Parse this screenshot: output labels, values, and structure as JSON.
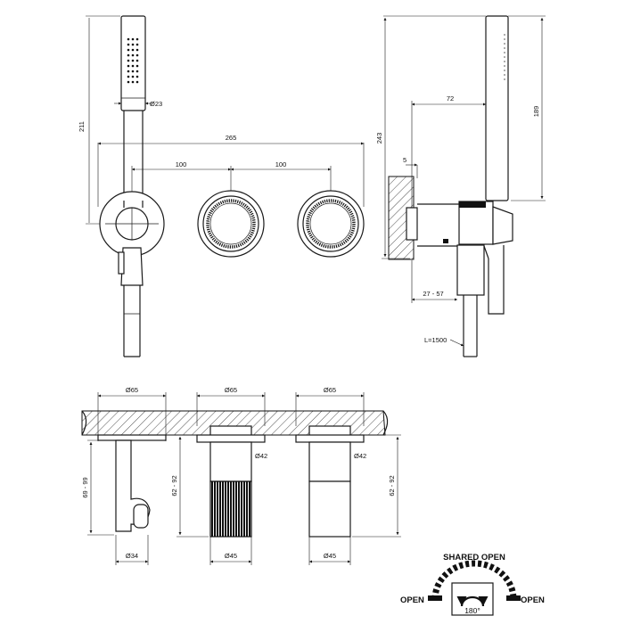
{
  "drawing": {
    "front_view": {
      "dim_211": "211",
      "dim_d23": "Ø23",
      "dim_265": "265",
      "dim_100_left": "100",
      "dim_100_right": "100"
    },
    "side_view": {
      "dim_72": "72",
      "dim_243": "243",
      "dim_189": "189",
      "dim_5": "5",
      "dim_27_57": "27 - 57",
      "hose_label": "L=1500"
    },
    "sections": {
      "holder": {
        "dim_top": "Ø65",
        "dim_height": "69 - 99",
        "dim_bottom": "Ø34"
      },
      "mixer": {
        "dim_top": "Ø65",
        "dim_inner": "Ø42",
        "dim_height": "62 - 92",
        "dim_bottom": "Ø45"
      },
      "diverter": {
        "dim_top": "Ø65",
        "dim_inner": "Ø42",
        "dim_height": "62 - 92",
        "dim_bottom": "Ø45"
      }
    },
    "legend": {
      "title": "SHARED OPEN",
      "left": "OPEN",
      "right": "OPEN",
      "angle": "180°"
    }
  }
}
